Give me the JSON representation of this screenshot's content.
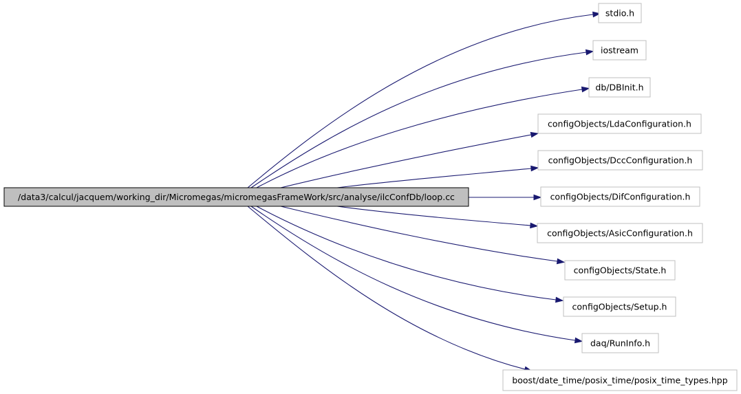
{
  "root": {
    "label": "/data3/calcul/jacquem/working_dir/Micromegas/micromegasFrameWork/src/analyse/ilcConfDb/loop.cc"
  },
  "includes": [
    "stdio.h",
    "iostream",
    "db/DBInit.h",
    "configObjects/LdaConfiguration.h",
    "configObjects/DccConfiguration.h",
    "configObjects/DifConfiguration.h",
    "configObjects/AsicConfiguration.h",
    "configObjects/State.h",
    "configObjects/Setup.h",
    "daq/RunInfo.h",
    "boost/date_time/posix_time/posix_time_types.hpp"
  ],
  "colors": {
    "edge": "#191970",
    "root_fill": "#bfbfbf",
    "node_border": "#bfbfbf"
  }
}
